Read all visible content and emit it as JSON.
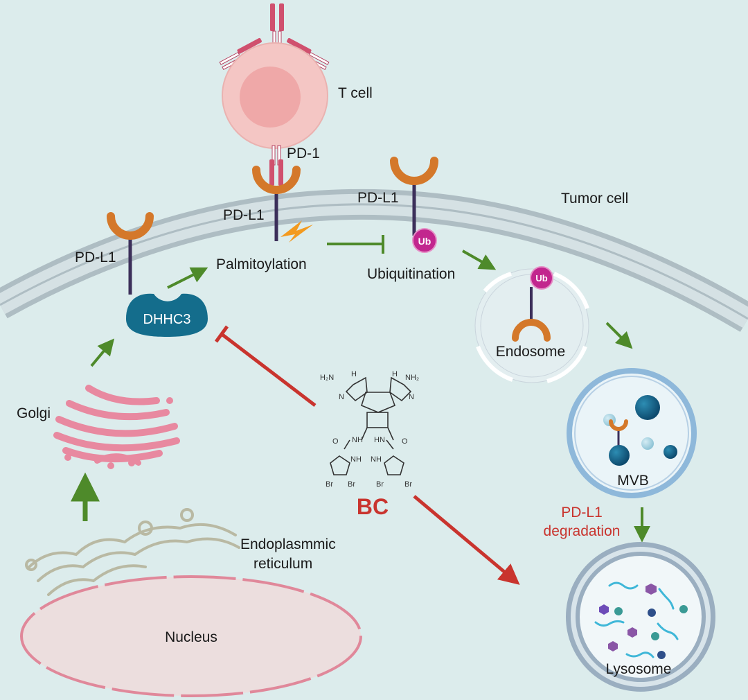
{
  "labels": {
    "t_cell": "T cell",
    "pd1": "PD-1",
    "tumor_cell": "Tumor cell",
    "pdl1_left": "PD-L1",
    "pdl1_mid": "PD-L1",
    "pdl1_right": "PD-L1",
    "palmitoylation": "Palmitoylation",
    "ubiquitination": "Ubiquitination",
    "dhhc3": "DHHC3",
    "golgi": "Golgi",
    "er_line1": "Endoplasmmic",
    "er_line2": "reticulum",
    "nucleus": "Nucleus",
    "endosome": "Endosome",
    "mvb": "MVB",
    "degradation_line1": "PD-L1",
    "degradation_line2": "degradation",
    "lysosome": "Lysosome",
    "compound": "BC",
    "ub": "Ub"
  },
  "chem_labels": {
    "nh2_left": "H₂N",
    "nh2_right": "NH₂",
    "n": "N",
    "nh": "NH",
    "hn": "HN",
    "h": "H",
    "o": "O",
    "br": "Br"
  },
  "colors": {
    "background": "#dcecec",
    "membrane": "#b9c7cc",
    "arrow_green": "#4e8a2a",
    "inhibit_red": "#c9342e",
    "dhhc3": "#146d8c",
    "ub": "#c2268e",
    "pdl1_receptor": "#d4782a",
    "pd1_antibody": "#d0506e",
    "golgi": "#e889a0",
    "nucleus": "#ecdede"
  }
}
